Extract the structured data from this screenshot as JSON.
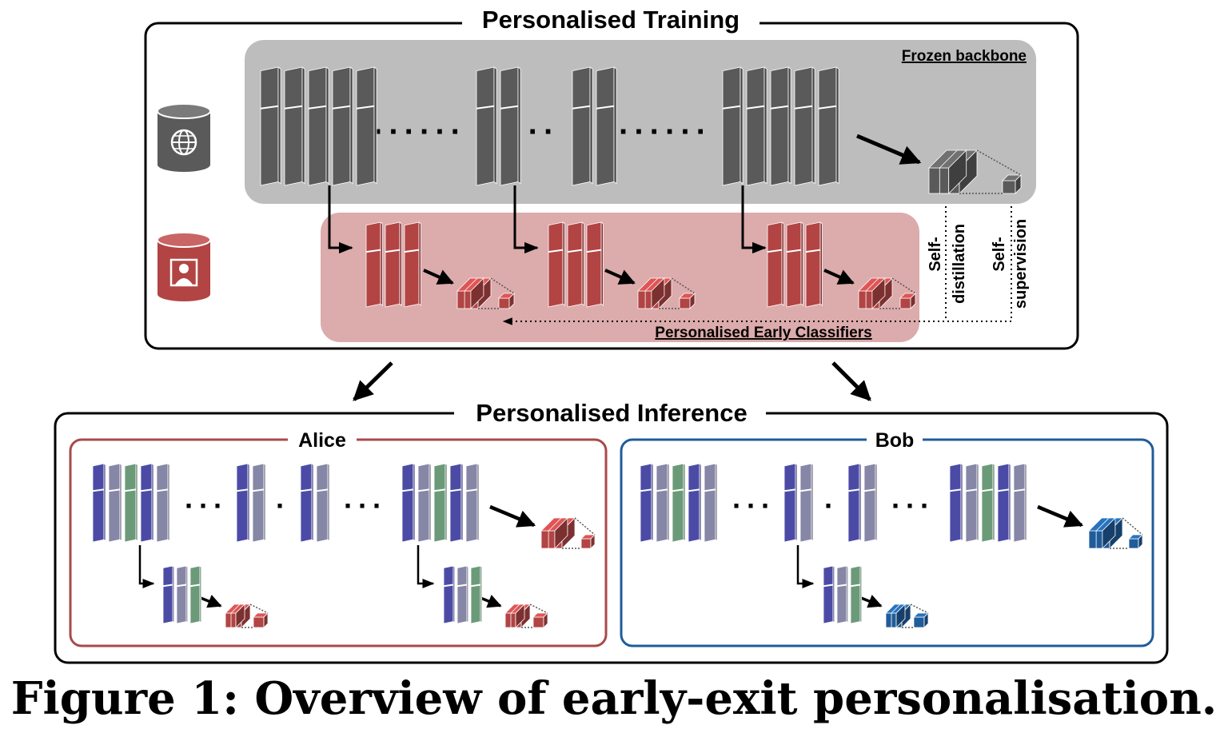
{
  "training": {
    "title": "Personalised Training",
    "backbone_label": "Frozen backbone",
    "early_label": "Personalised Early Classifiers",
    "self_distillation_a": "Self-",
    "self_distillation_b": "distillation",
    "self_supervision_a": "Self-",
    "self_supervision_b": "supervision"
  },
  "inference": {
    "title": "Personalised Inference",
    "alice": "Alice",
    "bob": "Bob"
  },
  "caption": "Figure 1: Overview of early-exit personalisation.",
  "icons": {
    "global_data": "globe-database-icon",
    "user_data": "user-database-icon"
  },
  "colors": {
    "gray": "#5a5a5a",
    "red": "#b24444",
    "blue": "#1f5c99",
    "purple": "#4b4ba6",
    "lavender": "#8686a6",
    "green": "#6b9a78"
  }
}
